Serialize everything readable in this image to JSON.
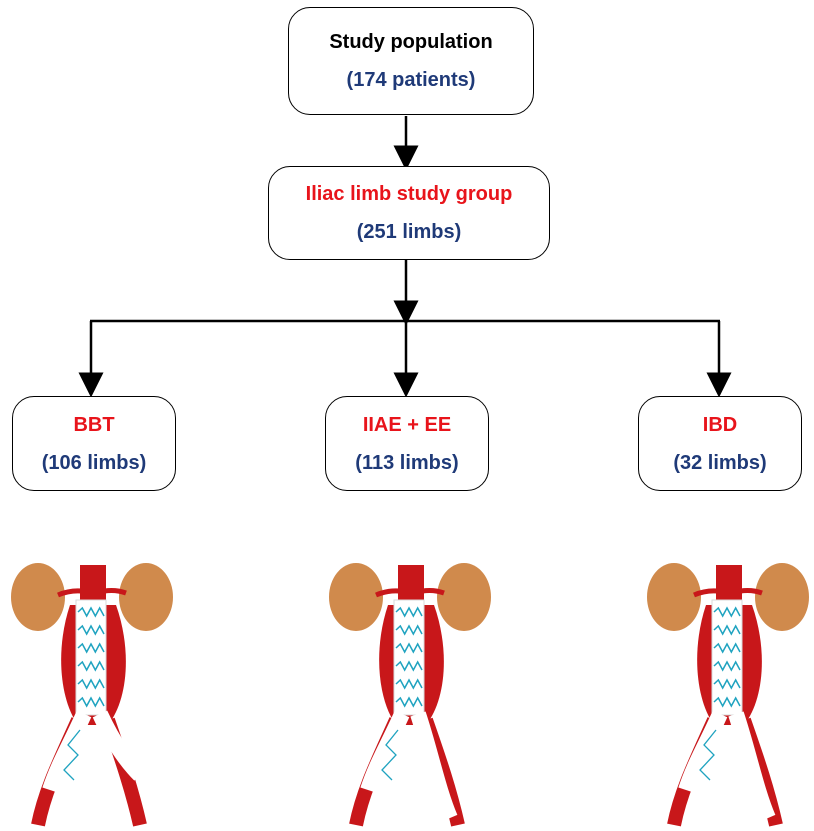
{
  "colors": {
    "navy": "#1f3a78",
    "red": "#e8141b",
    "vessel": "#c8171a",
    "kidney": "#d08a4c",
    "stent": "#1fa3c0"
  },
  "root": {
    "title": "Study population",
    "subtitle": "(174 patients)"
  },
  "group": {
    "title": "Iliac limb study group",
    "subtitle": "(251 limbs)"
  },
  "branches": [
    {
      "title": "BBT",
      "subtitle": "(106 limbs)",
      "illustration": "aorta-stent-graft-icon"
    },
    {
      "title": "IIAE + EE",
      "subtitle": "(113 limbs)",
      "illustration": "aorta-stent-graft-icon"
    },
    {
      "title": "IBD",
      "subtitle": "(32 limbs)",
      "illustration": "aorta-stent-graft-icon"
    }
  ]
}
